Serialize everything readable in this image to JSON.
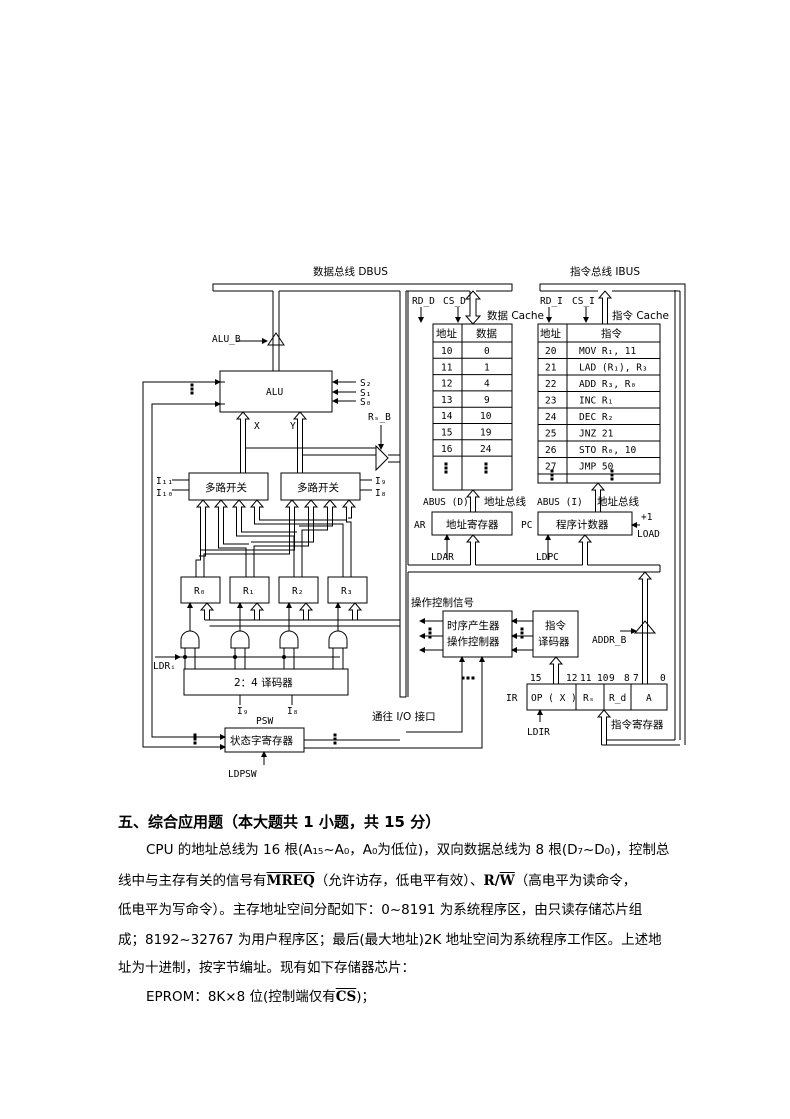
{
  "diagram": {
    "dbus_label": "数据总线 DBUS",
    "ibus_label": "指令总线 IBUS",
    "alu_b": "ALU_B",
    "alu": "ALU",
    "s2": "S₂",
    "s1": "S₁",
    "s0": "S₀",
    "x": "X",
    "y": "Y",
    "rs_b": "Rₛ_B",
    "mux_left": "多路开关",
    "mux_right": "多路开关",
    "i11": "I₁₁",
    "i10": "I₁₀",
    "i9": "I₉",
    "i8": "I₈",
    "registers": [
      "R₀",
      "R₁",
      "R₂",
      "R₃"
    ],
    "ldri": "LDRᵢ",
    "decoder": "2：4 译码器",
    "dec_i9": "I₉",
    "dec_i8": "I₈",
    "psw": "PSW",
    "psw_box": "状态字寄存器",
    "ldpsw": "LDPSW",
    "io": "通往 I/O 接口",
    "data_cache": {
      "rd": "RD_D",
      "cs": "CS_D",
      "label": "数据 Cache",
      "headers": [
        "地址",
        "数据"
      ],
      "rows": [
        [
          "10",
          "0"
        ],
        [
          "11",
          "1"
        ],
        [
          "12",
          "4"
        ],
        [
          "13",
          "9"
        ],
        [
          "14",
          "10"
        ],
        [
          "15",
          "19"
        ],
        [
          "16",
          "24"
        ]
      ]
    },
    "instr_cache": {
      "rd": "RD_I",
      "cs": "CS_I",
      "label": "指令 Cache",
      "headers": [
        "地址",
        "指令"
      ],
      "rows": [
        [
          "20",
          "MOV R₁, 11"
        ],
        [
          "21",
          "LAD (R₁), R₃"
        ],
        [
          "22",
          "ADD R₃, R₀"
        ],
        [
          "23",
          "INC R₁"
        ],
        [
          "24",
          "DEC R₂"
        ],
        [
          "25",
          "JNZ 21"
        ],
        [
          "26",
          "STO R₀, 10"
        ],
        [
          "27",
          "JMP 50"
        ]
      ]
    },
    "abus_d": "ABUS (D)",
    "abus_i": "ABUS (I)",
    "addr_bus": "地址总线",
    "addr_bus2": "地址总线",
    "ar": "AR",
    "ar_box": "地址寄存器",
    "pc": "PC",
    "pc_box": "程序计数器",
    "plus1": "+1",
    "load": "LOAD",
    "ldar": "LDAR",
    "ldpc": "LDPC",
    "op_ctrl": "操作控制信号",
    "timing1": "时序产生器",
    "timing2": "操作控制器",
    "idec1": "指令",
    "idec2": "译码器",
    "addr_b": "ADDR_B",
    "ir": "IR",
    "bits": [
      "15",
      "12",
      "11",
      "10",
      "9",
      "8",
      "7",
      "0"
    ],
    "ir_fields": [
      "OP ( X )",
      "Rₛ",
      "R_d",
      "A"
    ],
    "ldir": "LDIR",
    "ir_label": "指令寄存器"
  },
  "question": {
    "heading": "五、综合应用题（本大题共 1 小题，共 15 分）",
    "l1": "CPU 的地址总线为 16 根(A₁₅~A₀，A₀为低位)，双向数据总线为 8 根(D₇~D₀)，控制总",
    "l2a": "线中与主存有关的信号有",
    "mreq": "MREQ",
    "l2b": "（允许访存，低电平有效）、",
    "rw_r": "R/",
    "rw_w": "W",
    "l2c": "（高电平为读命令，",
    "l3": "低电平为写命令）。主存地址空间分配如下：0~8191 为系统程序区，由只读存储芯片组",
    "l4": "成；8192~32767 为用户程序区；最后(最大地址)2K 地址空间为系统程序工作区。上述地",
    "l5": "址为十进制，按字节编址。现有如下存储器芯片：",
    "l6a": "EPROM：8K×8 位(控制端仅有",
    "cs": "CS",
    "l6b": ")；"
  }
}
